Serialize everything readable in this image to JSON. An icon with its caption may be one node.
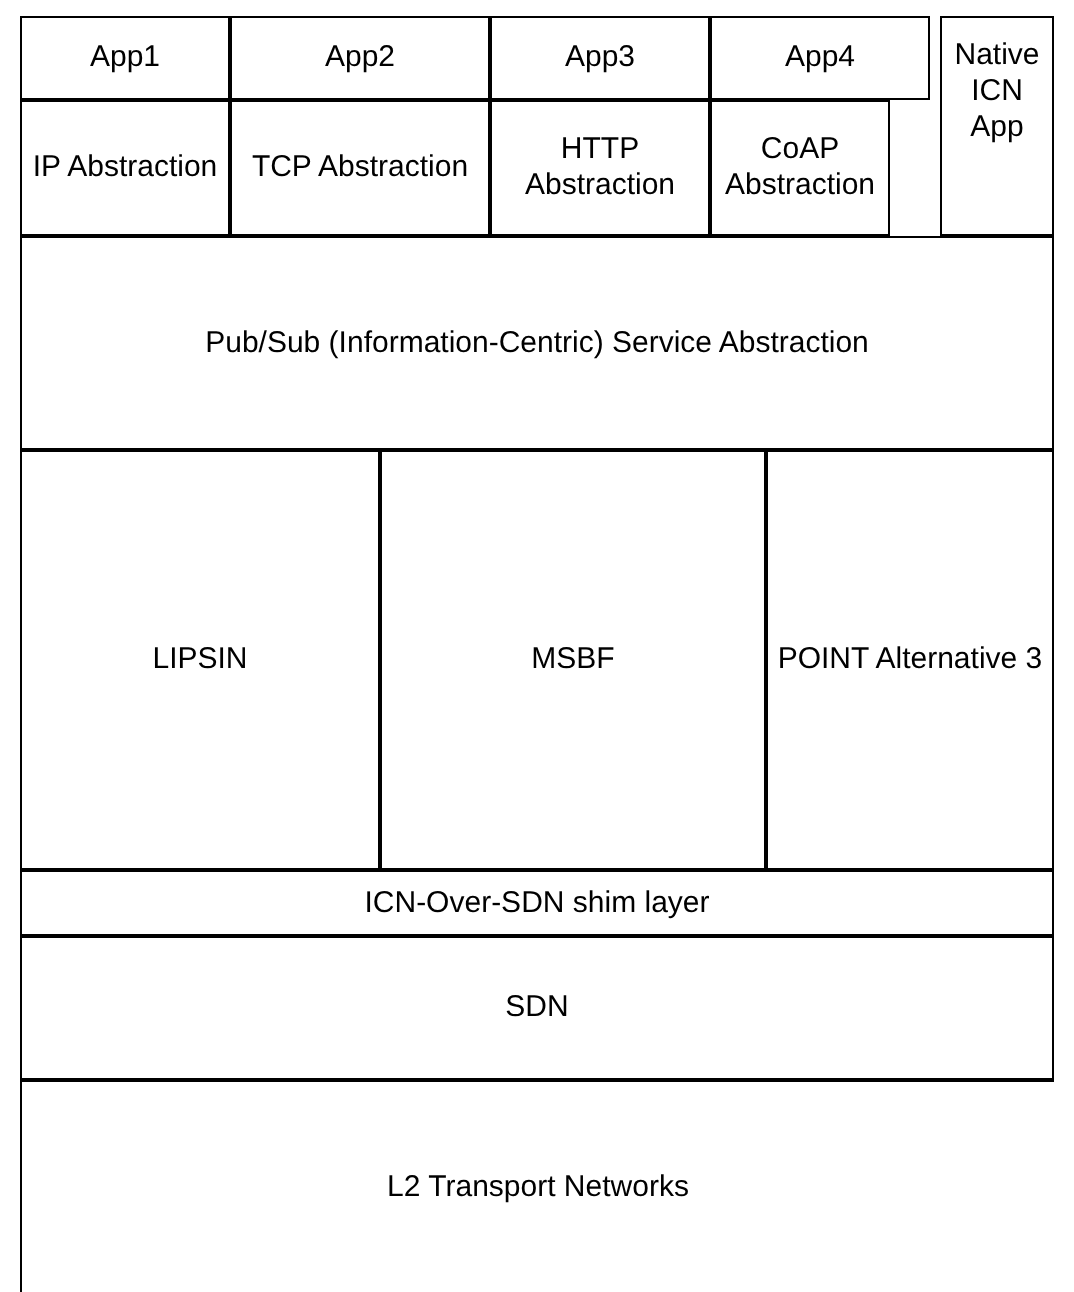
{
  "diagram": {
    "nodes": [
      {
        "text": [
          "App1"
        ]
      },
      {
        "text": [
          "App2"
        ]
      },
      {
        "text": [
          "App3"
        ]
      },
      {
        "text": [
          "App4"
        ]
      },
      {
        "text": [
          "Native ICN App"
        ]
      },
      {
        "text": [
          "IP Abstraction"
        ]
      },
      {
        "text": [
          "TCP Abstraction"
        ]
      },
      {
        "text": [
          "HTTP Abstraction"
        ]
      },
      {
        "text": [
          "CoAP Abstraction"
        ]
      },
      {
        "text": [
          "Pub/Sub (Information-Centric) Service Abstraction"
        ]
      },
      {
        "text": [
          "LIPSIN"
        ]
      },
      {
        "text": [
          "MSBF"
        ]
      },
      {
        "text": [
          "POINT Alternative 3"
        ]
      },
      {
        "text": [
          "ICN-Over-SDN shim layer"
        ]
      },
      {
        "text": [
          "SDN"
        ]
      },
      {
        "text": [
          "L2 Transport Networks"
        ]
      }
    ]
  }
}
